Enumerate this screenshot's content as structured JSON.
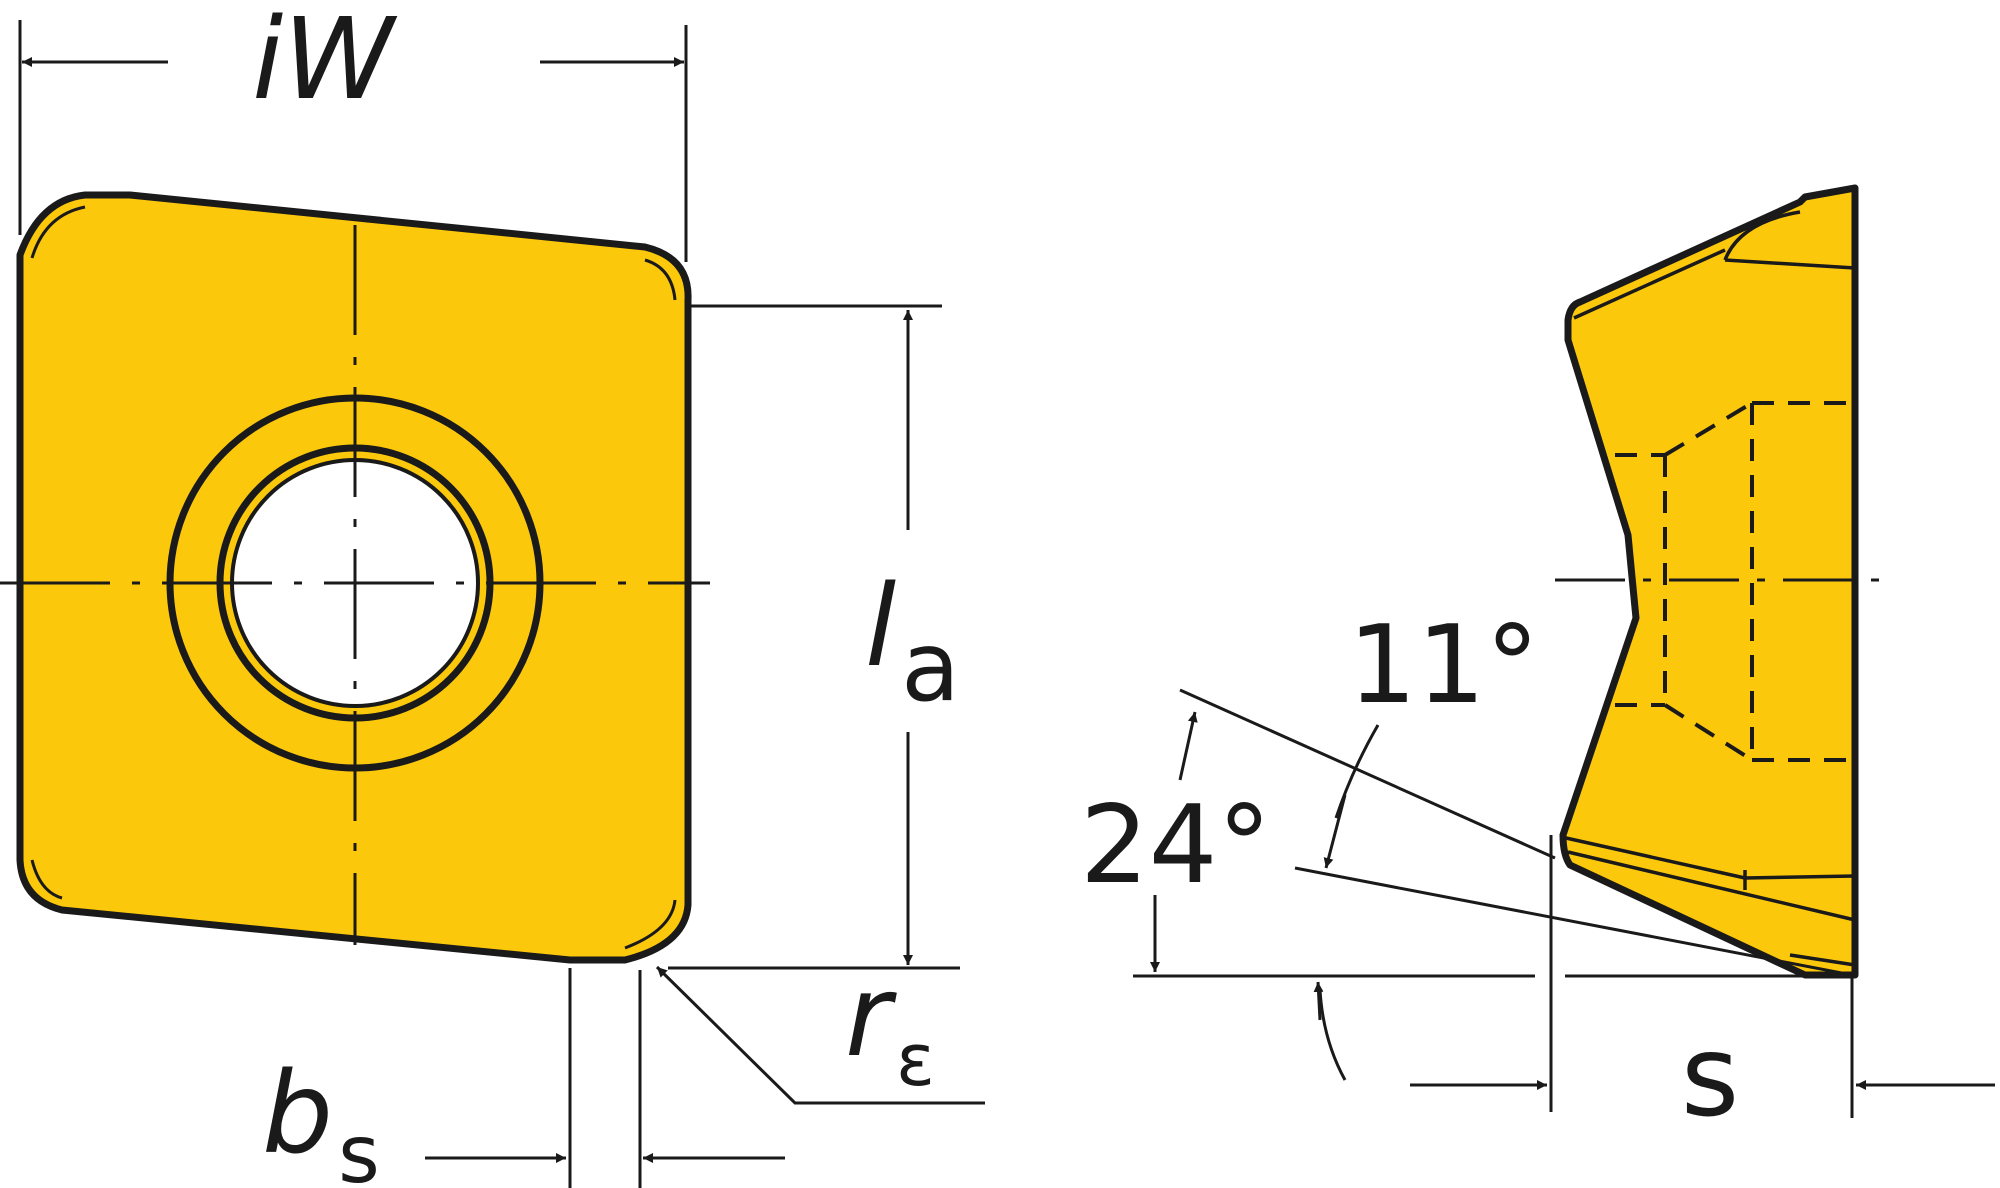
{
  "colors": {
    "insert_fill": "#FCC80C",
    "outline": "#1a1a1a",
    "background": "#ffffff"
  },
  "labels": {
    "iw": {
      "main": "iW"
    },
    "la": {
      "main": "l",
      "sub": "a"
    },
    "re": {
      "main": "r",
      "sub": "ε"
    },
    "bs": {
      "main": "b",
      "sub": "s"
    },
    "s": {
      "main": "s"
    },
    "angle_11": "11°",
    "angle_24": "24°"
  }
}
